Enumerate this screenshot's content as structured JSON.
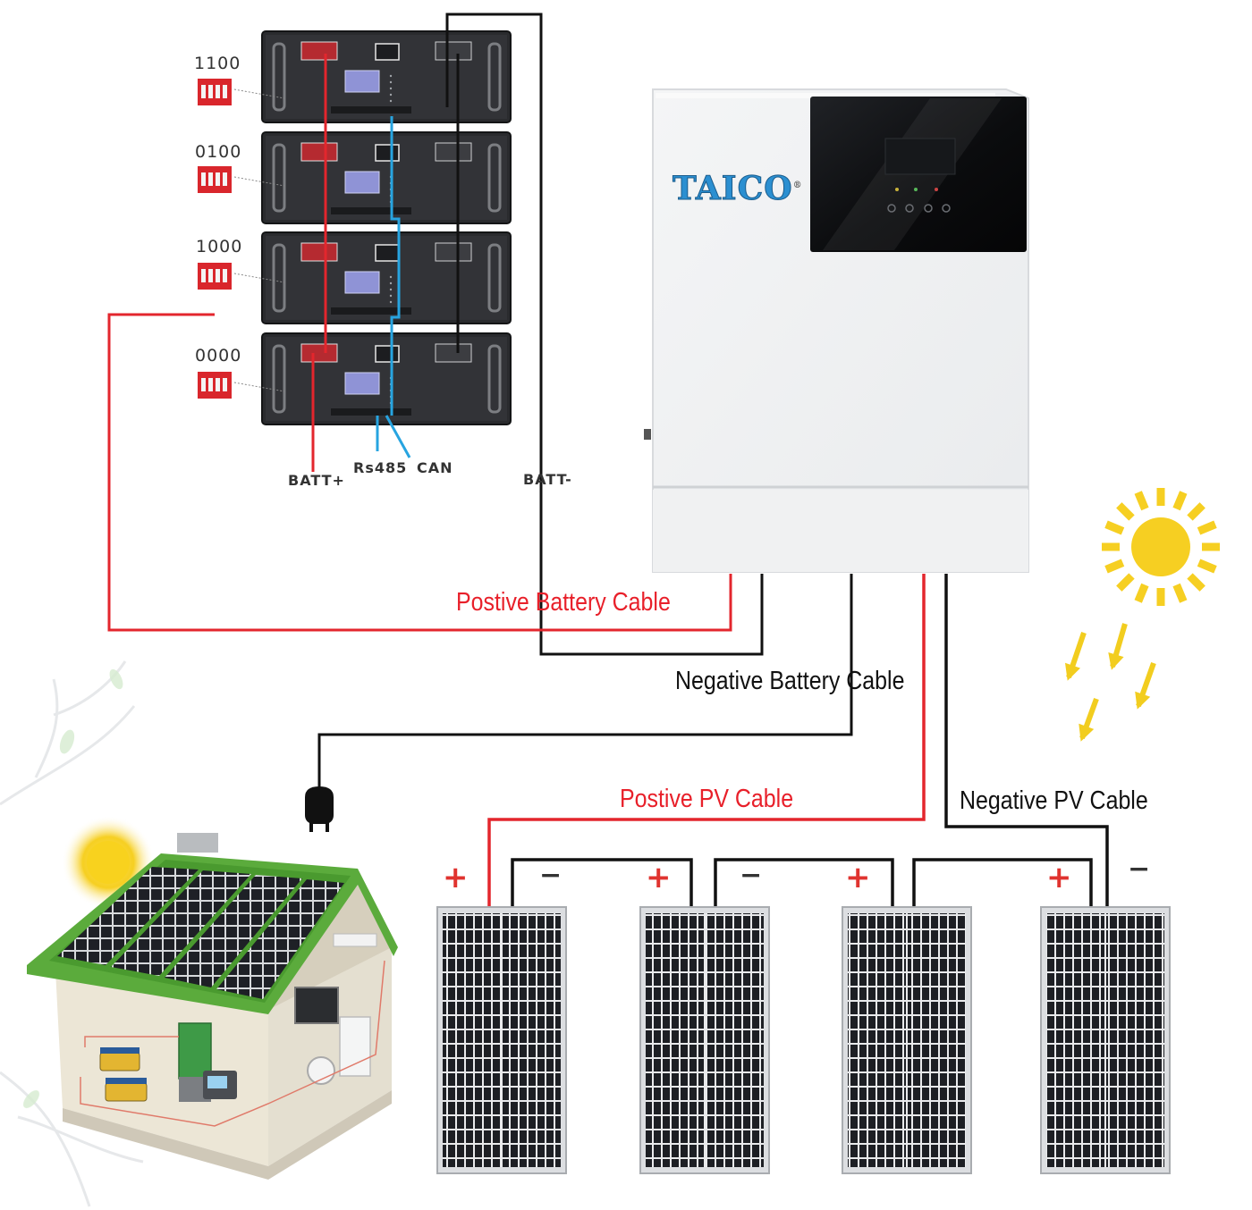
{
  "brand": {
    "name": "TAICO",
    "trademark": "®"
  },
  "battery_stack": {
    "dip_codes": [
      "1100",
      "0100",
      "1000",
      "0000"
    ],
    "ports": {
      "batt_pos": "BATT+",
      "rs485": "Rs485",
      "can": "CAN",
      "batt_neg": "BATT-"
    }
  },
  "cables": {
    "positive_battery": "Postive Battery Cable",
    "negative_battery": "Negative Battery Cable",
    "positive_pv": "Postive PV Cable",
    "negative_pv": "Negative PV Cable"
  },
  "pv_polarity": {
    "plus": "+",
    "minus": "−"
  },
  "colors": {
    "positive_cable": "#e3262d",
    "negative_cable": "#111111",
    "signal_cable": "#27a4e0",
    "sun": "#f6cf22",
    "roof": "#5bab3c",
    "panel_cell": "#1d1f24"
  }
}
